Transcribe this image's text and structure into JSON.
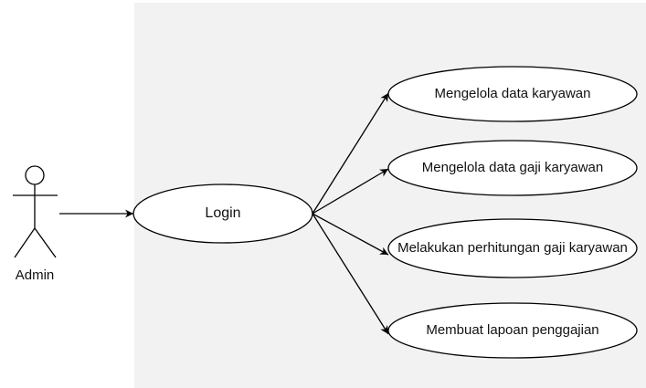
{
  "actor": {
    "name": "Admin"
  },
  "use_cases": {
    "login": "Login",
    "manage_employee_data": "Mengelola data karyawan",
    "manage_salary_data": "Mengelola data gaji karyawan",
    "calculate_salary": "Melakukan perhitungan gaji karyawan",
    "create_payroll_report": "Membuat lapoan penggajian"
  },
  "colors": {
    "line": "#000000",
    "ellipse_fill": "#ffffff",
    "boundary_fill": "#f2f2f2"
  }
}
